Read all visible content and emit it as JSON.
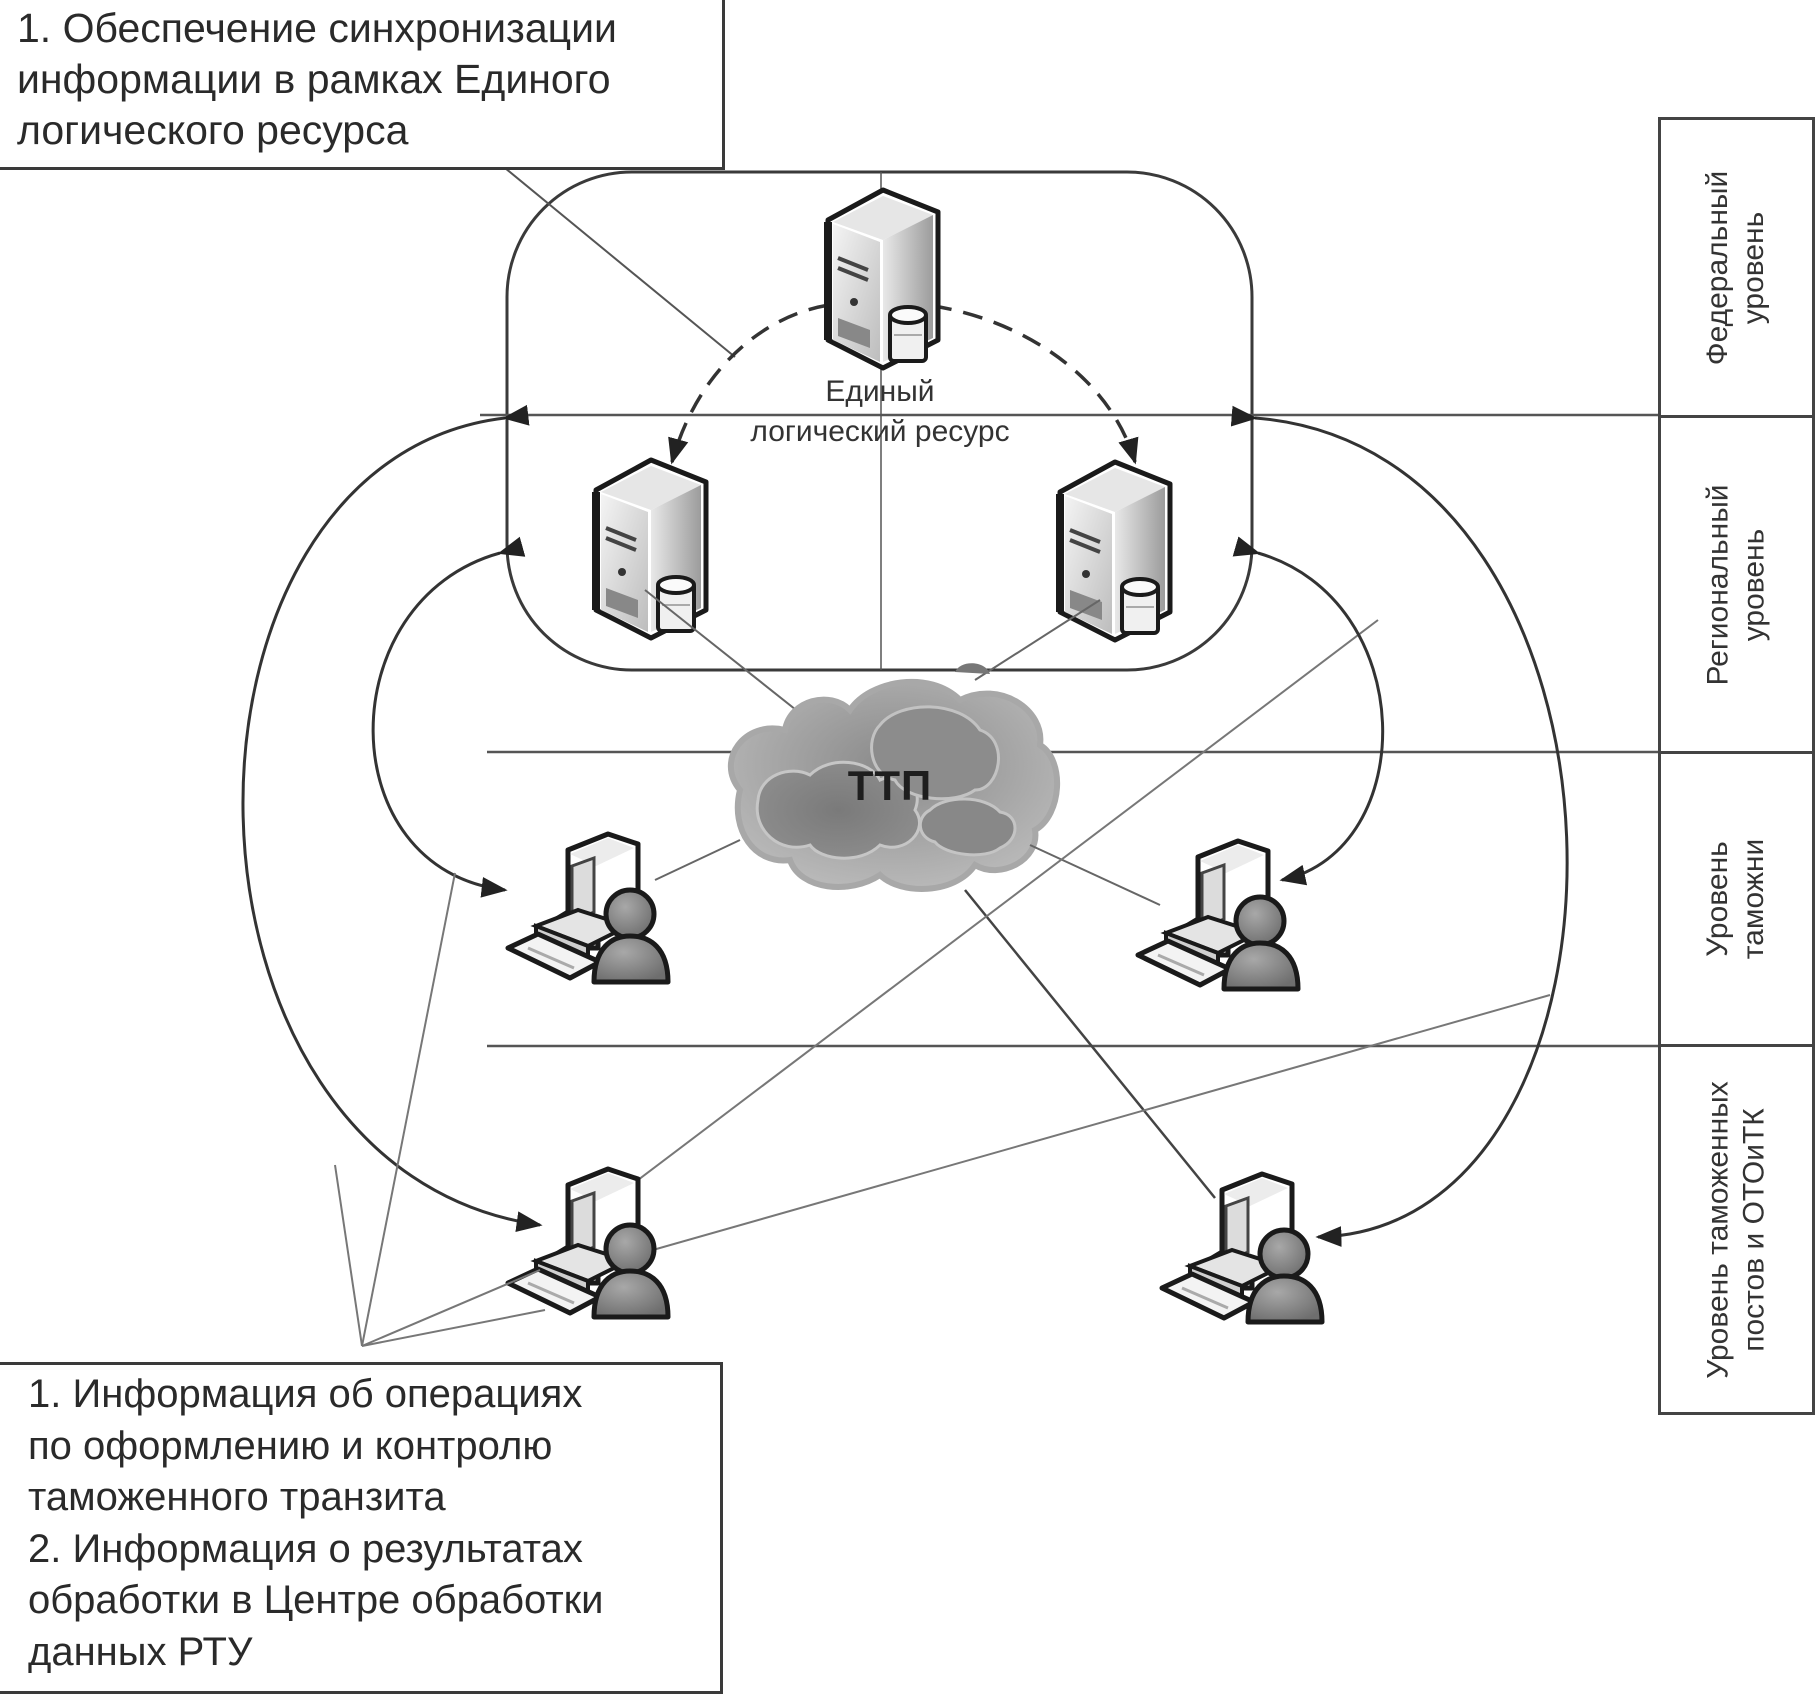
{
  "top_callout": {
    "lines": [
      "1. Обеспечение синхронизации",
      "информации в рамках Единого",
      "логического ресурса"
    ]
  },
  "bottom_callout": {
    "lines": [
      "1. Информация об операциях",
      "по оформлению и контролю",
      "таможенного транзита",
      "2. Информация о результатах",
      "обработки в Центре обработки",
      "данных РТУ"
    ]
  },
  "central_resource": {
    "label_lines": [
      "Единый",
      "логический ресурс"
    ]
  },
  "network": {
    "label": "ТТП"
  },
  "levels": [
    {
      "lines": [
        "Федеральный",
        "уровень"
      ]
    },
    {
      "lines": [
        "Региональный",
        "уровень"
      ]
    },
    {
      "lines": [
        "Уровень",
        "таможни"
      ]
    },
    {
      "lines": [
        "Уровень таможенных",
        "постов и ОТОиТК"
      ]
    }
  ],
  "icons": {
    "servers": [
      "server-database-icon",
      "server-database-icon",
      "server-database-icon"
    ],
    "workstations": [
      "workstation-user-icon",
      "workstation-user-icon",
      "workstation-user-icon",
      "workstation-user-icon"
    ],
    "cloud": "cloud-network-icon"
  },
  "colors": {
    "line": "#555555",
    "frame": "#3a3a3a",
    "cloud": "#9a9a9a"
  }
}
